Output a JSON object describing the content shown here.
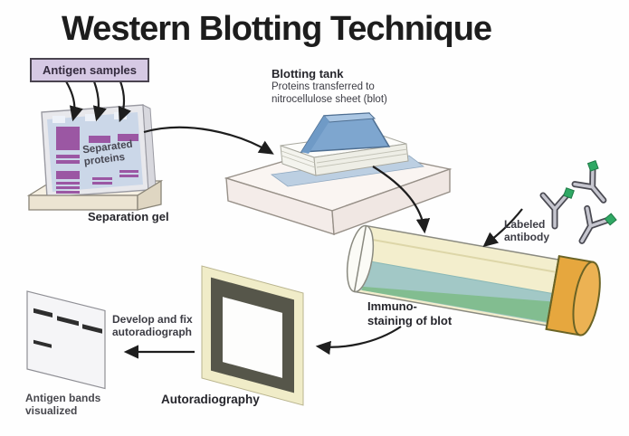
{
  "title": "Western Blotting Technique",
  "steps": {
    "gel": {
      "sample_label": "Antigen samples",
      "inner_label": "Separated\nproteins",
      "caption": "Separation gel"
    },
    "blotting": {
      "title": "Blotting tank",
      "desc": "Proteins transferred to\nnitrocellulose sheet (blot)"
    },
    "antibody": {
      "label": "Labeled\nantibody"
    },
    "staining": {
      "label": "Immuno-\nstaining of blot"
    },
    "autoradiography": {
      "action": "Develop and fix\nautoradiograph",
      "caption": "Autoradiography"
    },
    "result": {
      "caption": "Antigen bands\nvisualized"
    }
  },
  "colors": {
    "sample_box_bg": "#d6c9e4",
    "gel_blue": "#cbd7e8",
    "band_purple": "#9b57a3",
    "tray_beige": "#ece4d2",
    "weight_blue": "#7ea6cf",
    "nitro_blue": "#bccfe2",
    "tube_body": "#f3eecd",
    "tube_liquid": "#a2c8c6",
    "blot_green": "#82bd90",
    "cap_orange": "#e6a73e",
    "film_cream": "#f0ecc8",
    "frame_dark": "#56564a",
    "tag_green": "#2fa864",
    "arrow_dark": "#1e1e1e"
  }
}
